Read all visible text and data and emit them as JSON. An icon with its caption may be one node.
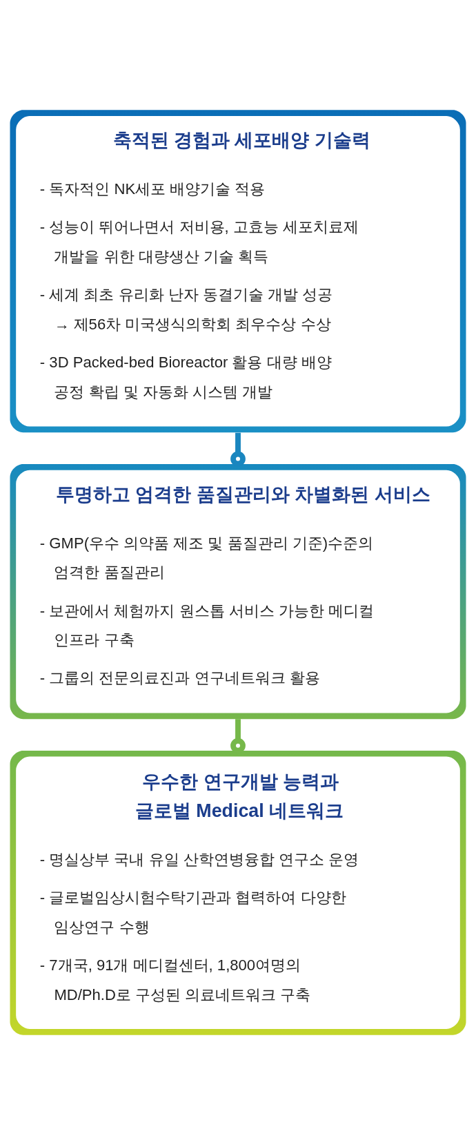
{
  "diagram": {
    "nodes": [
      {
        "text": [
          "축적된 경험과 세포배양 기술력",
          "- 독자적인 NK세포 배양기술 적용",
          "- 성능이 뛰어나면서 저비용, 고효능 세포치료제 개발을 위한 대량생산 기술 획득",
          "- 세계 최초 유리화 난자 동결기술 개발 성공 → 제56차 미국생식의학회 최우수상 수상",
          "- 3D Packed-bed Bioreactor 활용 대량 배양 공정 확립 및 자동화 시스템 개발"
        ]
      },
      {
        "text": [
          "투명하고 엄격한 품질관리와 차별화된 서비스",
          "- GMP(우수 의약품 제조 및 품질관리 기준)수준의 엄격한 품질관리",
          "- 보관에서 체험까지 원스톱 서비스 가능한 메디컬 인프라 구축",
          "- 그룹의 전문의료진과 연구네트워크 활용"
        ]
      },
      {
        "text": [
          "우수한 연구개발 능력과 글로벌 Medical 네트워크",
          "- 명실상부 국내 유일 산학연병융합 연구소 운영",
          "- 글로벌임상시험수탁기관과 협력하여 다양한 임상연구 수행",
          "- 7개국, 91개 메디컬센터, 1,800여명의 MD/Ph.D로 구성된 의료네트워크 구축"
        ]
      }
    ],
    "edges": [
      {
        "from": 0,
        "to": 1,
        "arrow": "other",
        "color": "#1a86bf"
      },
      {
        "from": 1,
        "to": 2,
        "arrow": "other",
        "color": "#76b84a"
      }
    ]
  }
}
